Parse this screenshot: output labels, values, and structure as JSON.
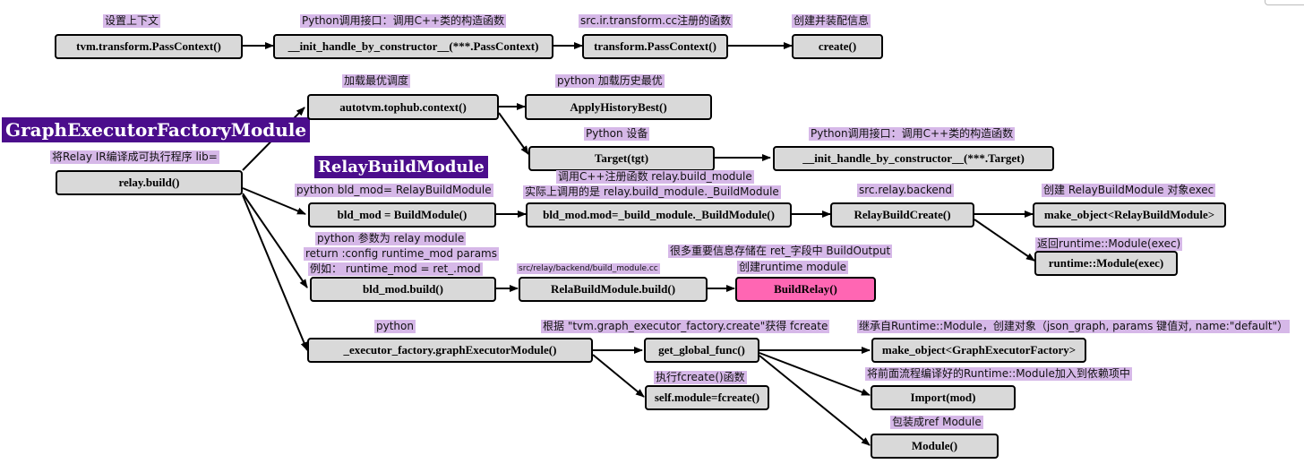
{
  "titles": {
    "graph_executor_factory": "GraphExecutorFactoryModule",
    "relay_build_module": "RelayBuildModule"
  },
  "nodes": {
    "pass_context": "tvm.transform.PassContext()",
    "init_handle_pass_context": "__init_handle_by_constructor__(***.PassContext)",
    "transform_pass_context": "transform.PassContext()",
    "create": "create()",
    "autotvm_context": "autotvm.tophub.context()",
    "apply_history_best": "ApplyHistoryBest()",
    "target": "Target(tgt)",
    "init_handle_target": "__init_handle_by_constructor__(***.Target)",
    "relay_build": "relay.build()",
    "bld_mod_build_module": "bld_mod = BuildModule()",
    "bld_mod_mod": "bld_mod.mod=_build_module._BuildModule()",
    "relay_build_create": "RelayBuildCreate()",
    "make_object_relay": "make_object<RelayBuildModule>",
    "runtime_module_exec": "runtime::Module(exec)",
    "bld_mod_build": "bld_mod.build()",
    "rela_build_module_build": "RelaBuildModule.build()",
    "build_relay": "BuildRelay()",
    "executor_factory": "_executor_factory.graphExecutorModule()",
    "get_global_func": "get_global_func()",
    "self_module": "self.module=fcreate()",
    "make_object_graph": "make_object<GraphExecutorFactory>",
    "import_mod": "Import(mod)",
    "module": "Module()"
  },
  "labels": {
    "set_context": "设置上下文",
    "python_ctor_1": "Python调用接口：调用C++类的构造函数",
    "src_transform": "src.ir.transform.cc注册的函数",
    "create_assemble": "创建并装配信息",
    "load_best_tuning": "加载最优调度",
    "python_load_history": "python 加载历史最优",
    "python_device": "Python 设备",
    "python_ctor_2": "Python调用接口：调用C++类的构造函数",
    "compile_relay": "将Relay IR编译成可执行程序   lib=",
    "python_bld_mod": "python   bld_mod= RelayBuildModule",
    "call_cpp_registered": "调用C++注册函数 relay.build_module",
    "actually_called": "实际上调用的是 relay.build_module._BuildModule",
    "src_relay_backend": "src.relay.backend",
    "create_relay_obj": "创建 RelayBuildModule 对象exec",
    "return_runtime": "返回runtime::Module(exec)",
    "python_param_relay": "python    参数为 relay module",
    "return_config": "return :config runtime_mod params",
    "example_runtime": "例如：  runtime_mod = ret_.mod",
    "src_build_module_cc": "src/relay/backend/build_module.cc",
    "important_info": "很多重要信息存储在 ret_字段中 BuildOutput",
    "create_runtime_module": "创建runtime module",
    "python": "python",
    "get_fcreate": "根据 \"tvm.graph_executor_factory.create\"获得 fcreate",
    "inherit_runtime": "继承自Runtime::Module，创建对象（json_graph, params 键值对, name:\"default\"）",
    "exec_fcreate": "执行fcreate()函数",
    "add_dependency": "将前面流程编译好的Runtime::Module加入到依赖项中",
    "wrap_ref_module": "包装成ref Module"
  },
  "colors": {
    "node_fill": "#d9d9d9",
    "highlight_fill": "#ff66b3",
    "label_fill": "#d6b8e8",
    "title_fill": "#4b0d8c"
  }
}
